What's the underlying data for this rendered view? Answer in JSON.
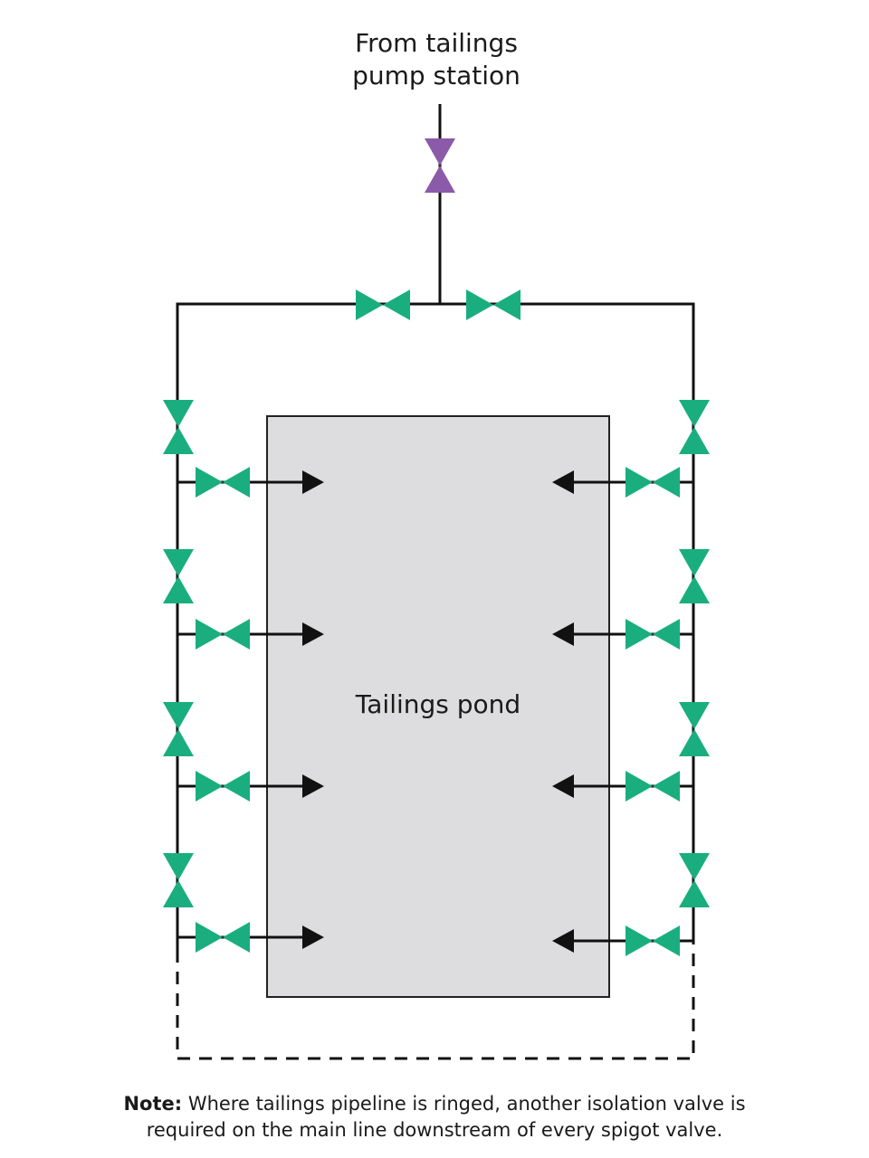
{
  "source_label": [
    "From tailings",
    "pump station"
  ],
  "pond_label": "Tailings pond",
  "note": {
    "bold": "Note:",
    "line1": " Where tailings pipeline is ringed, another isolation valve is",
    "line2": "required on the main line downstream of every spigot valve."
  },
  "colors": {
    "pump_valve": "#8b5aa8",
    "valve": "#1aae7e",
    "pipe": "#111111",
    "pond_fill": "#dddcde",
    "pond_stroke": "#222222"
  },
  "spigots_per_side": 4,
  "icons": {
    "pump_valve": "bowtie-valve-vertical",
    "isolation_valve": "bowtie-valve",
    "spigot_outlet": "arrow-head"
  }
}
